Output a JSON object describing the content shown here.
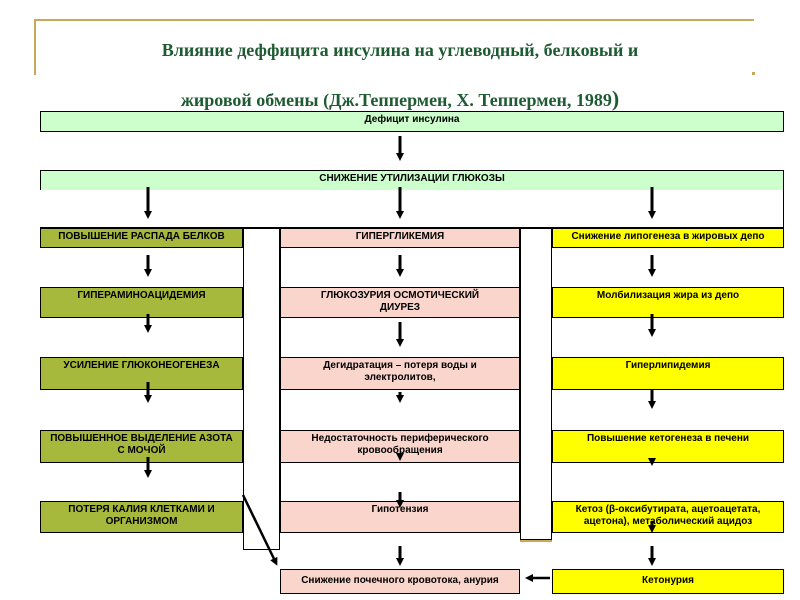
{
  "title": {
    "line1": "Влияние деффицита инсулина на углеводный, белковый и",
    "line2": "жировой обмены (Дж.Теппермен, Х. Теппермен, 1989",
    "paren": ")"
  },
  "top": {
    "deficit": "Дефицит инсулина",
    "reduced_utilization": "СНИЖЕНИЕ УТИЛИЗАЦИИ ГЛЮКОЗЫ"
  },
  "left_column": [
    "ПОВЫШЕНИЕ РАСПАДА БЕЛКОВ",
    "ГИПЕРАМИНОАЦИДЕМИЯ",
    "УСИЛЕНИЕ ГЛЮКОНЕОГЕНЕЗА",
    "ПОВЫШЕННОЕ   ВЫДЕЛЕНИЕ АЗОТА С МОЧОЙ",
    "ПОТЕРЯ КАЛИЯ КЛЕТКАМИ И ОРГАНИЗМОМ"
  ],
  "middle_column": [
    "ГИПЕРГЛИКЕМИЯ",
    "ГЛЮКОЗУРИЯ ОСМОТИЧЕСКИЙ ДИУРЕЗ",
    "Дегидратация – потеря воды и электролитов,",
    "Недостаточность периферического кровообращения",
    "Гипотензия",
    "Снижение почечного кровотока, анурия"
  ],
  "right_column": [
    "Снижение липогенеза в жировых депо",
    "Молбилизация жира из депо",
    "Гиперлипидемия",
    "Повышение кетогенеза в печени",
    "Кетоз (β-оксибутирата, ацетоацетата, ацетона), метаболический ацидоз",
    "Кетонурия"
  ],
  "colors": {
    "title": "#1e5a32",
    "accent_line": "#c8a85a",
    "top_boxes": "#ccffcc",
    "left_boxes": "#a7b93c",
    "middle_boxes": "#fad5cc",
    "right_boxes": "#ffff00"
  }
}
